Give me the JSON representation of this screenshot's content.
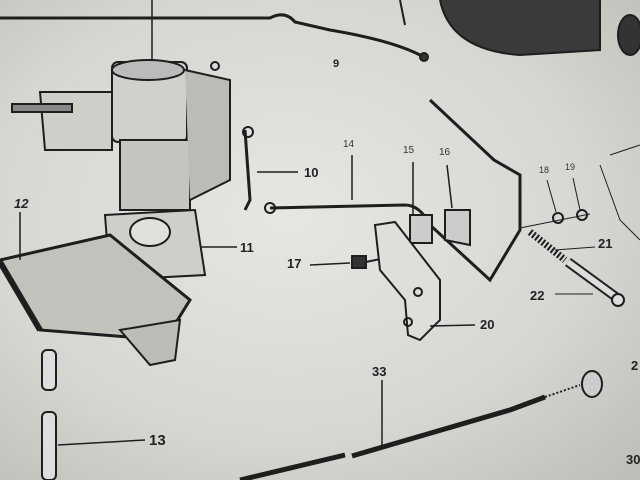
{
  "diagram": {
    "part_labels": {
      "p9": "9",
      "p10": "10",
      "p11": "11",
      "p12": "12",
      "p13": "13",
      "p14": "14",
      "p15": "15",
      "p16": "16",
      "p17": "17",
      "p18": "18",
      "p19": "19",
      "p20": "20",
      "p21": "21",
      "p22": "22",
      "p33": "33",
      "p2_cut": "2",
      "p30_cut": "30"
    }
  }
}
